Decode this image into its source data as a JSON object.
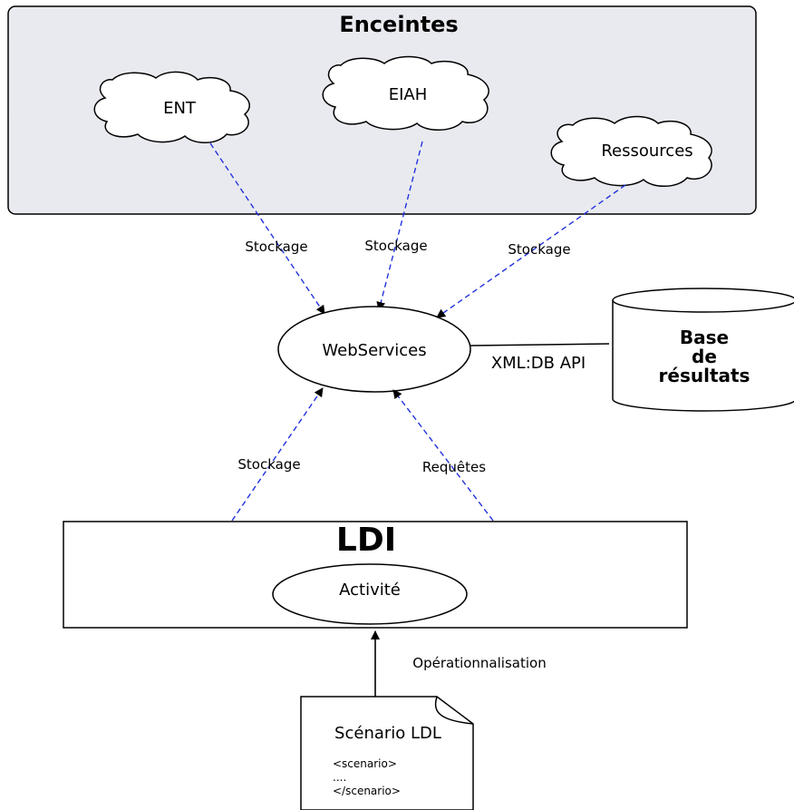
{
  "enceintes": {
    "title": "Enceintes",
    "ent": "ENT",
    "eiah": "EIAH",
    "ressources": "Ressources"
  },
  "edges": {
    "stockage_ent": "Stockage",
    "stockage_eiah": "Stockage",
    "stockage_ressources": "Stockage",
    "stockage_ldi": "Stockage",
    "requetes": "Requêtes",
    "xmldb": "XML:DB API",
    "operationnalisation": "Opérationnalisation"
  },
  "webservices": {
    "label": "WebServices"
  },
  "database": {
    "line1": "Base",
    "line2": "de",
    "line3": "résultats"
  },
  "ldi": {
    "title": "LDI",
    "activite": "Activité"
  },
  "scenario": {
    "title": "Scénario LDL",
    "code_open": "<scenario>",
    "code_dots": "....",
    "code_close": "</scenario>"
  },
  "colors": {
    "enclosure_fill": "#e9eaef",
    "dashed_edge": "#2233dd",
    "stroke": "#000000"
  }
}
